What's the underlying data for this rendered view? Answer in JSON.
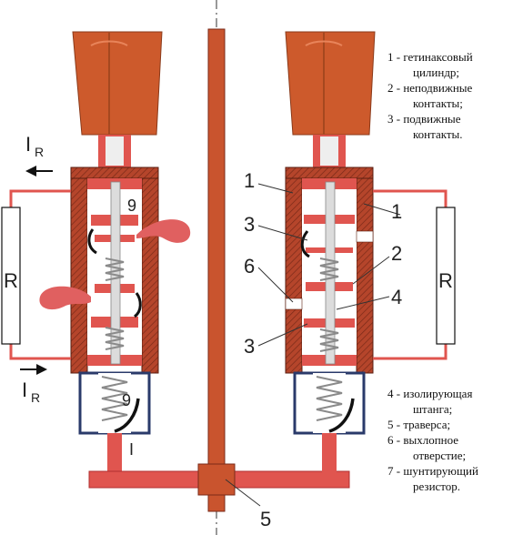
{
  "labels": {
    "ir_top": "I",
    "ir_top_sub": "R",
    "ir_bottom": "I",
    "ir_bottom_sub": "R",
    "resistor_left": "R",
    "resistor_right": "R",
    "num9_upper": "9",
    "num9_lower": "9",
    "current_I": "I",
    "num1_a": "1",
    "num1_b": "1",
    "num3_a": "3",
    "num3_b": "3",
    "num6": "6",
    "num2": "2",
    "num4": "4",
    "num5": "5"
  },
  "legend_top": [
    {
      "line1": "1 - гетинаксовый",
      "line2": "цилиндр;"
    },
    {
      "line1": "2 - неподвижные",
      "line2": "контакты;"
    },
    {
      "line1": "3 - подвижные",
      "line2": "контакты."
    }
  ],
  "legend_bottom": [
    {
      "line1": "4 - изолирующая",
      "line2": "штанга;"
    },
    {
      "line1": "5 - траверса;",
      "line2": ""
    },
    {
      "line1": "6 - выхлопное",
      "line2": "отверстие;"
    },
    {
      "line1": "7 - шунтирующий",
      "line2": "резистор."
    }
  ],
  "colors": {
    "bushing": "#cd5a2c",
    "cylinder": "#b5452b",
    "wire": "#e0554f",
    "spring": "#8a8a8a",
    "rod": "#c9542e",
    "arc": "#e06060",
    "frame": "#2a3a6a"
  }
}
